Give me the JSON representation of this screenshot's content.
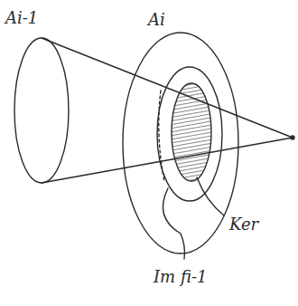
{
  "diagram": {
    "labels": [
      "Ai-1",
      "Ai",
      "Ker",
      "Im fi-1"
    ]
  }
}
